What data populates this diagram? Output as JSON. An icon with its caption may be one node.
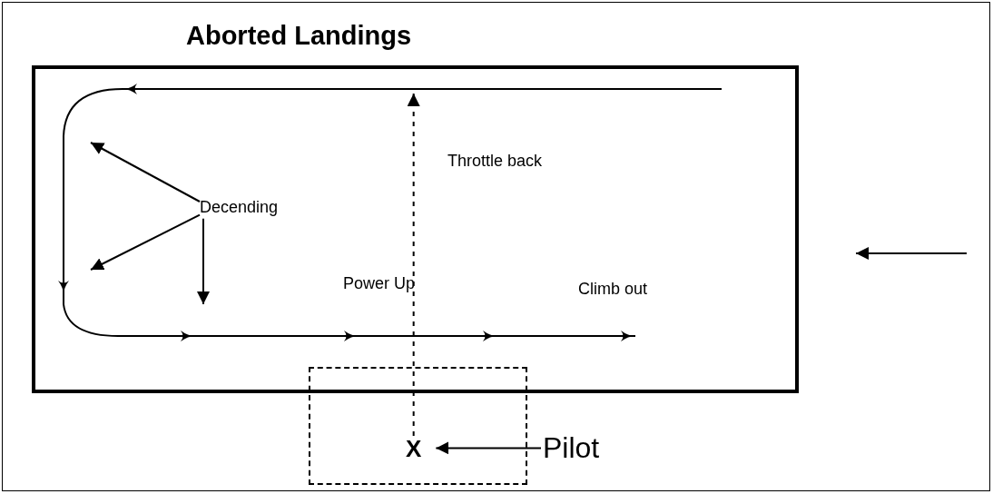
{
  "diagram": {
    "title": "Aborted Landings",
    "nodes": [
      {
        "text": [],
        "shape": "box"
      },
      {
        "text": [
          "Decending"
        ],
        "in": 0
      },
      {
        "text": [],
        "shape": "box"
      },
      {
        "text": [
          "X"
        ],
        "in": 2
      },
      {
        "text": [
          "Pilot"
        ]
      }
    ],
    "edges": [
      {
        "from": 1,
        "to": null,
        "arrow": "to"
      },
      {
        "from": 1,
        "to": null,
        "arrow": "to"
      },
      {
        "from": 1,
        "to": null,
        "arrow": "to"
      },
      {
        "from": 3,
        "to": null,
        "arrow": "to",
        "style": "dashed"
      },
      {
        "from": 4,
        "to": 3,
        "arrow": "to"
      }
    ],
    "labels": [
      "Throttle back",
      "Power Up",
      "Climb out"
    ]
  }
}
